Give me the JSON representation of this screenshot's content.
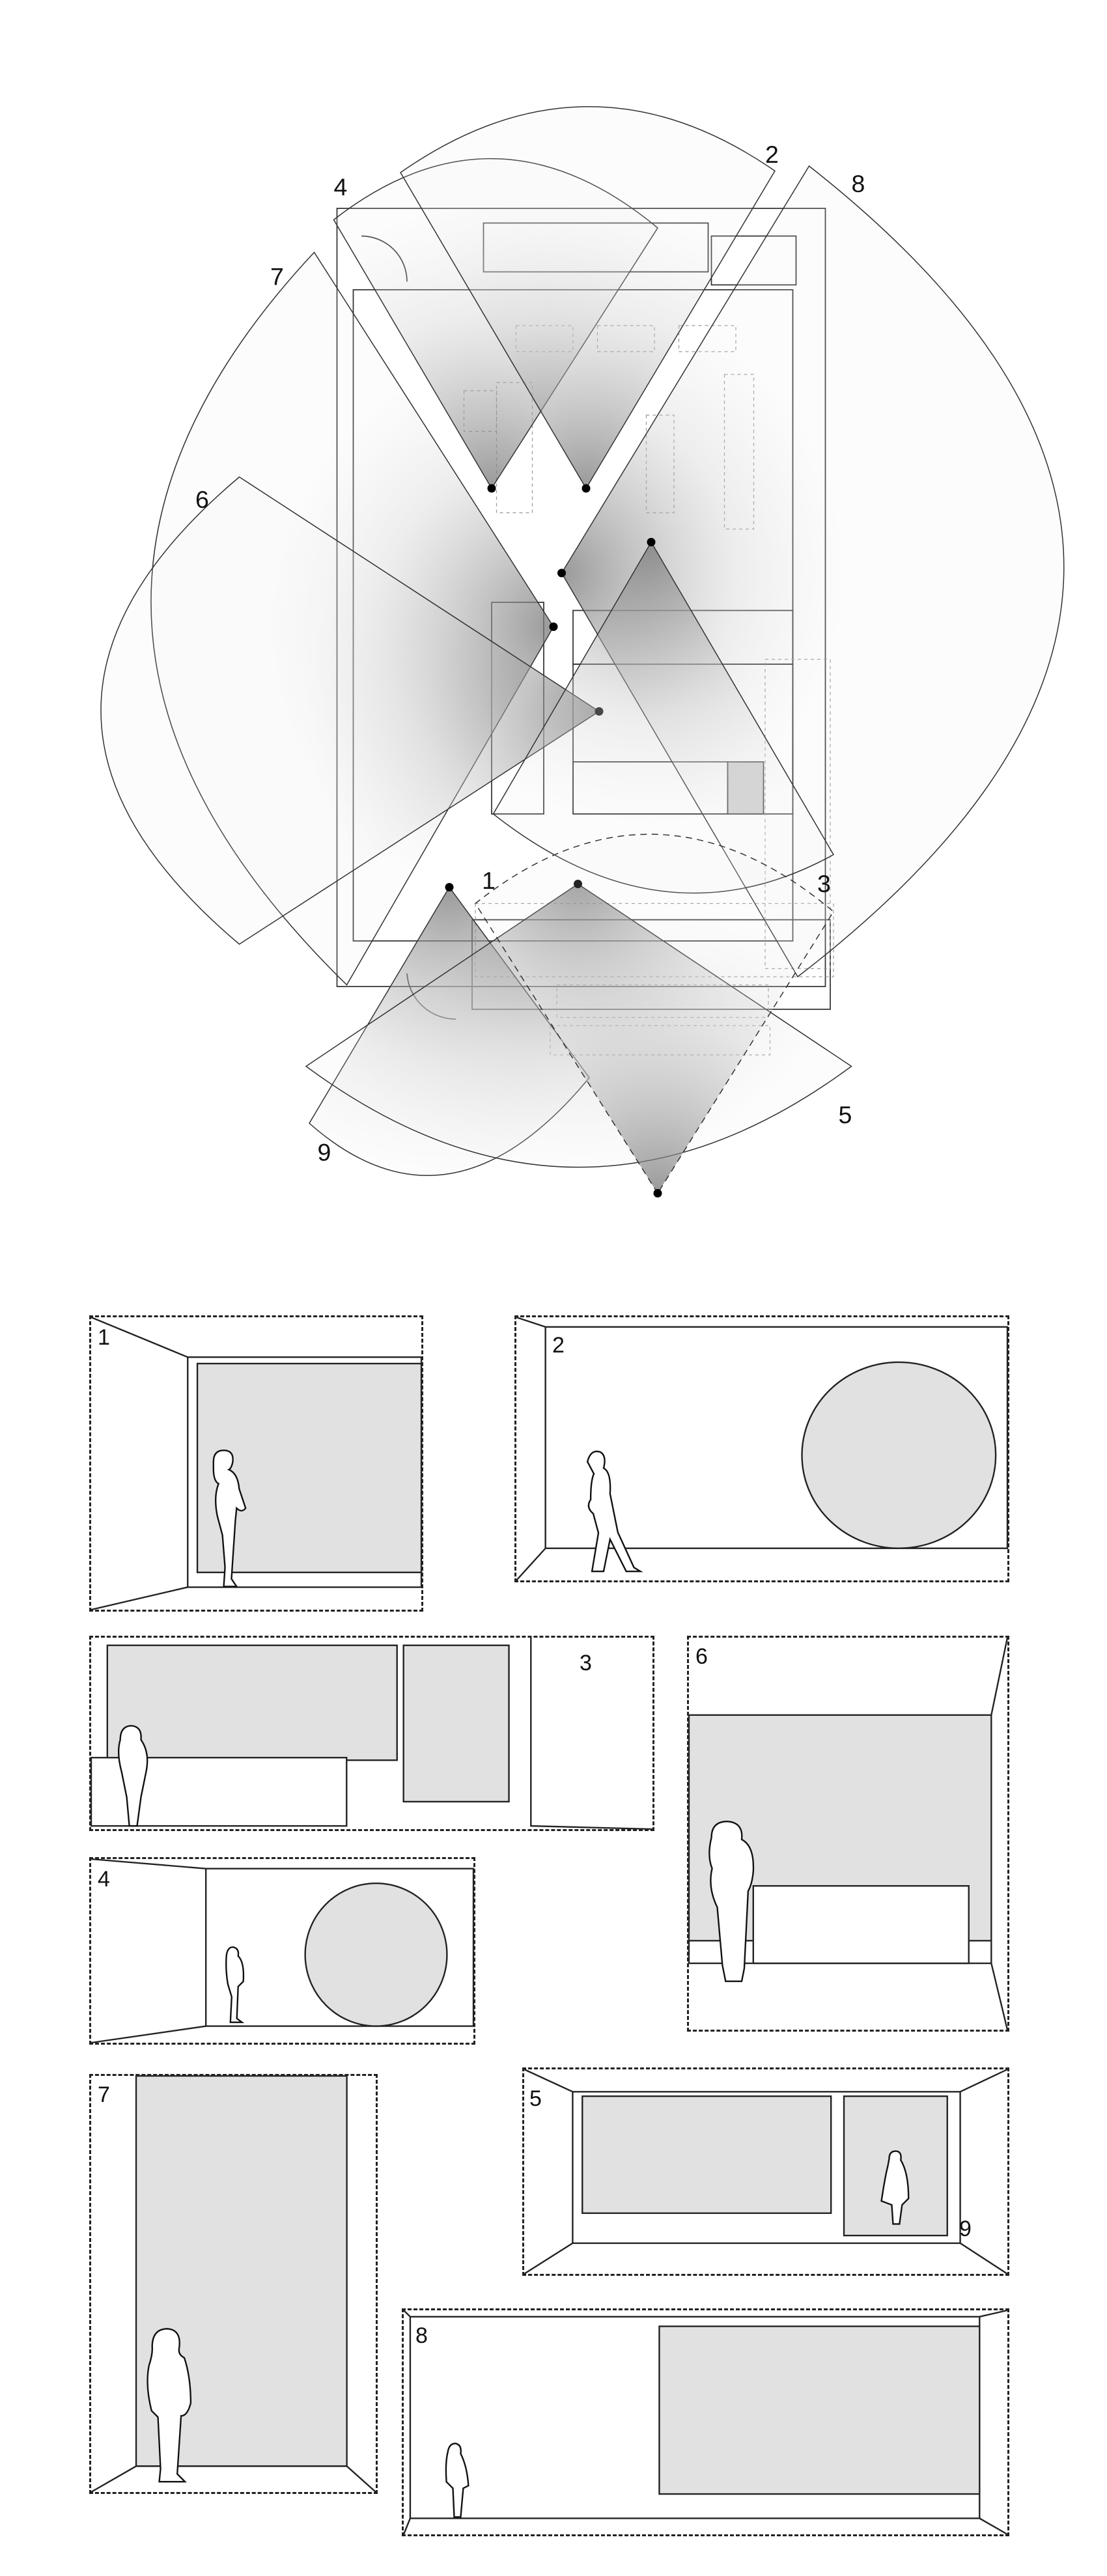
{
  "plan": {
    "view_labels": [
      "1",
      "2",
      "3",
      "4",
      "5",
      "6",
      "7",
      "8",
      "9"
    ]
  },
  "panels": [
    {
      "number": "1"
    },
    {
      "number": "2"
    },
    {
      "number": "3"
    },
    {
      "number": "4"
    },
    {
      "number": "5",
      "extra_label": "9"
    },
    {
      "number": "6"
    },
    {
      "number": "7"
    },
    {
      "number": "8"
    }
  ],
  "colors": {
    "line": "#222222",
    "wall_fill": "#e1e1e1",
    "cone_dark": "#8a8a8a"
  }
}
